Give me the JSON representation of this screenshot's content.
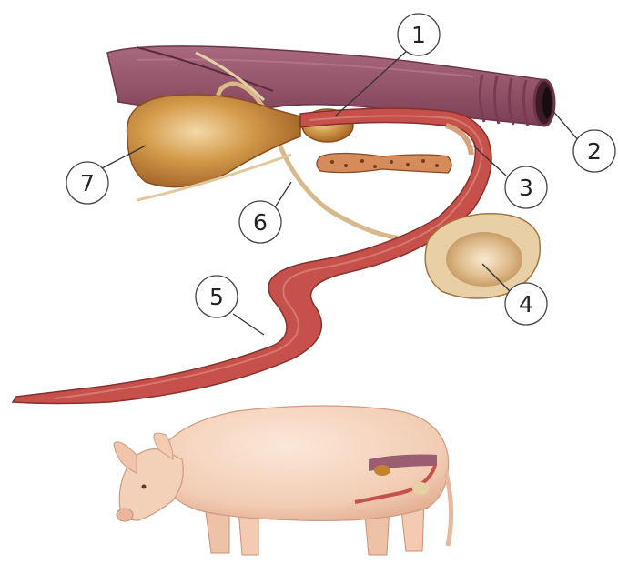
{
  "labels": [
    {
      "id": "1",
      "text": "1"
    },
    {
      "id": "2",
      "text": "2"
    },
    {
      "id": "3",
      "text": "3"
    },
    {
      "id": "4",
      "text": "4"
    },
    {
      "id": "5",
      "text": "5"
    },
    {
      "id": "6",
      "text": "6"
    },
    {
      "id": "7",
      "text": "7"
    }
  ],
  "colors": {
    "rectum": "#9b5d72",
    "muscle": "#c6514b",
    "gland": "#c2832f",
    "testis": "#e8cfa5",
    "skin": "#f6d7c2",
    "duct": "#d7b98c"
  },
  "icons": [
    "reproductive-organs-illustration",
    "pig-illustration"
  ]
}
